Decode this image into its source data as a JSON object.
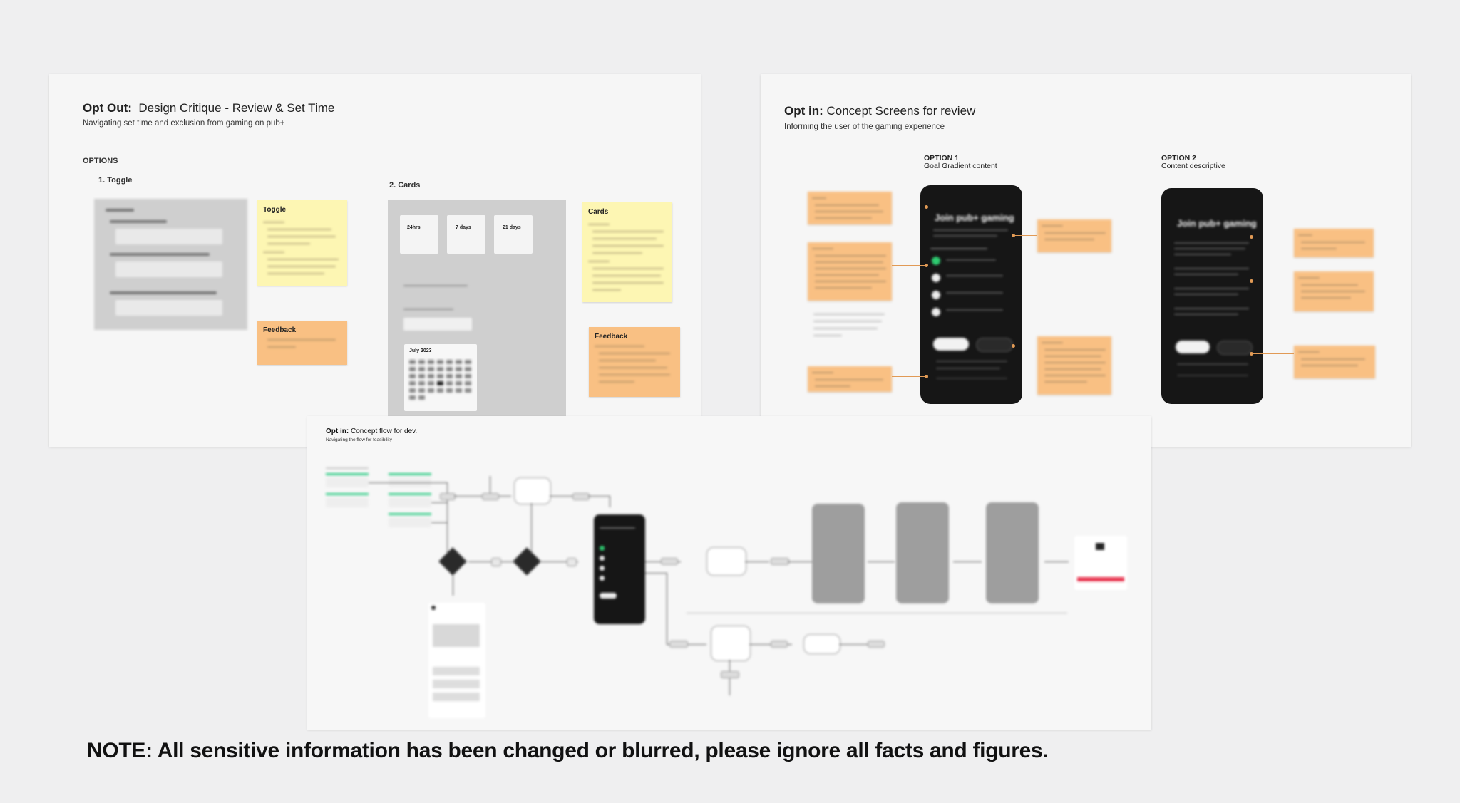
{
  "board_opt_out": {
    "title_bold": "Opt Out:",
    "title_rest": "Design Critique - Review & Set Time",
    "subtitle": "Navigating set time and exclusion from gaming on pub+",
    "options_label": "OPTIONS",
    "toggle_label": "1. Toggle",
    "cards_label": "2. Cards",
    "toggle_sticky_title": "Toggle",
    "cards_sticky_title": "Cards",
    "feedback_title": "Feedback",
    "calendar_month": "July 2023",
    "card_items": [
      "24hrs",
      "7 days",
      "21 days"
    ]
  },
  "board_opt_in": {
    "title_bold": "Opt in:",
    "title_rest": "Concept Screens for review",
    "subtitle": "Informing the user of the gaming experience",
    "option1_label": "OPTION 1",
    "option1_sub": "Goal Gradient content",
    "option2_label": "OPTION 2",
    "option2_sub": "Content descriptive",
    "phone_heading": "Join pub+ gaming"
  },
  "board_flow": {
    "title_bold": "Opt in:",
    "title_rest": "Concept flow for dev.",
    "subtitle": "Navigating the flow for feasibility"
  },
  "note": "NOTE: All sensitive information has been changed or blurred, please ignore all facts and figures.",
  "colors": {
    "sticky_yellow": "#fdf6b3",
    "sticky_orange": "#f9c083",
    "phone_dark": "#161616",
    "accent_green": "#2ecc71",
    "accent_red": "#e8344e"
  }
}
